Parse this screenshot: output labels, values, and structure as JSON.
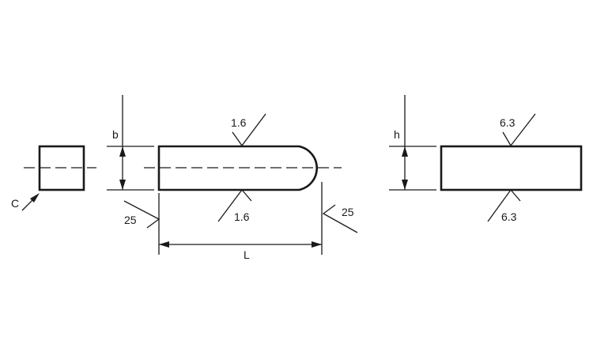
{
  "labels": {
    "b": "b",
    "h": "h",
    "L": "L",
    "C": "C",
    "roughness_top_key": "1.6",
    "roughness_bottom_key": "1.6",
    "roughness_left_end": "25",
    "roughness_right_end": "25",
    "roughness_top_side": "6.3",
    "roughness_bottom_side": "6.3"
  },
  "colors": {
    "line": "#1a1a1a",
    "background": "#ffffff"
  }
}
